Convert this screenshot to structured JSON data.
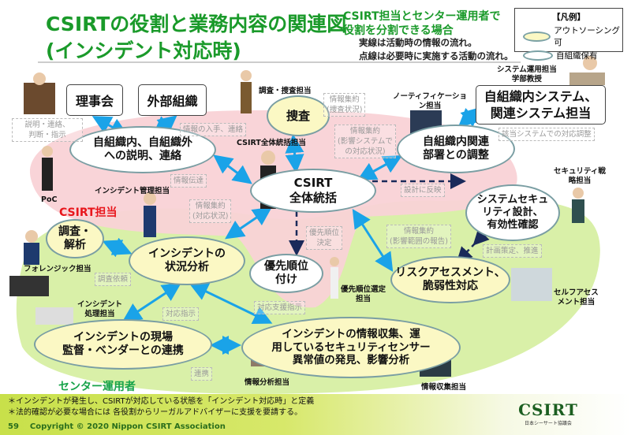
{
  "title": {
    "line1": "CSIRTの役割と業務内容の関連図",
    "line2": "(インシデント対応時)"
  },
  "subtitle": {
    "line1": "CSIRT担当とセンター運用者で",
    "line2": "役割を分割できる場合"
  },
  "notes": {
    "solid": "実線は活動時の情報の流れ。",
    "dotted": "点線は必要時に実施する活動の流れ。"
  },
  "legend": {
    "title": "【凡例】",
    "outsourcable": "アウトソーシング可",
    "in_house": "自組織保有",
    "colors": {
      "outsourcable": "#fbf8c4",
      "in_house": "#ffffff"
    }
  },
  "boxes": {
    "board": "理事会",
    "external": "外部組織",
    "system": {
      "line1": "自組織内システム、",
      "line2": "関連システム担当"
    }
  },
  "ellipses": {
    "investigation": "捜査",
    "explain": {
      "line1": "自組織内、自組織外",
      "line2": "への説明、連絡"
    },
    "coordination": {
      "line1": "自組織内関連",
      "line2": "部署との調整"
    },
    "csirt": {
      "line1": "CSIRT",
      "line2": "全体統括"
    },
    "sec_design": {
      "line1": "システムセキュ",
      "line2": "リティ設計、",
      "line3": "有効性確認"
    },
    "analysis": {
      "line1": "調査・",
      "line2": "解析"
    },
    "status": {
      "line1": "インシデントの",
      "line2": "状況分析"
    },
    "priority": {
      "line1": "優先順位",
      "line2": "付け"
    },
    "risk": {
      "line1": "リスクアセスメント、",
      "line2": "脆弱性対応"
    },
    "field": {
      "line1": "インシデントの現場",
      "line2": "監督・ベンダーとの連携"
    },
    "collect": {
      "line1": "インシデントの情報収集、運",
      "line2": "用しているセキュリティセンサー",
      "line3": "異常値の発見、影響分析"
    }
  },
  "flows": {
    "explain_judge": {
      "line1": "説明・連絡、",
      "line2": "判断・指示"
    },
    "info_get": "情報の入手、連絡",
    "agg_invest": {
      "line1": "情報集約",
      "line2": "(捜査状況)"
    },
    "agg_system": {
      "line1": "情報集約",
      "line2": "(影響システムで",
      "line3": "の対応状況)"
    },
    "sys_coord": "該当システムでの対応調整",
    "info_transfer": "情報伝達",
    "agg_status": {
      "line1": "情報集約",
      "line2": "(対応状況)"
    },
    "design_reflect": "設計に反映",
    "priority_decide": {
      "line1": "優先順位",
      "line2": "決定"
    },
    "agg_scope": {
      "line1": "情報集約",
      "line2": "(影響範囲の報告)"
    },
    "plan": "計画策定、推進",
    "investigation_req": "調査依頼",
    "response_instr": "対応指示",
    "support_instr": "対応支援指示",
    "cooperate": "連携"
  },
  "roles": {
    "sys_ops": {
      "line1": "システム運用担当",
      "line2": "学部教授"
    },
    "investigator": "調査・捜査担当",
    "notification": {
      "line1": "ノーティフィケーショ",
      "line2": "ン担当"
    },
    "csirt_lead": "CSIRT全体統括担当",
    "poc": "PoC",
    "incident_mgr": "インシデント管理担当",
    "sec_strategy": {
      "line1": "セキュリティ戦",
      "line2": "略担当"
    },
    "forensic": "フォレンジック担当",
    "priority_sel": {
      "line1": "優先順位選定",
      "line2": "担当"
    },
    "self_assess": {
      "line1": "セルフアセス",
      "line2": "メント担当"
    },
    "handler": {
      "line1": "インシデント",
      "line2": "処理担当"
    },
    "analyst": "情報分析担当",
    "collector": "情報収集担当"
  },
  "groups": {
    "csirt": "CSIRT担当",
    "center": "センター運用者"
  },
  "footer": {
    "note1": "＊インシデントが発生し、CSIRTが対応している状態を「インシデント対応時」と定義",
    "note2": "＊法的確認が必要な場合には 各役割からリーガルアドバイザーに支援を要請する。",
    "page": "59",
    "copyright": "Copyright © 2020 Nippon CSIRT Association",
    "logo": "CSIRT",
    "logo_sub": "日本シーサート協議会"
  },
  "colors": {
    "title": "#1a9a2a",
    "arrow": "#1aa3e8",
    "dashed_arrow": "#1a2a5a",
    "csirt_area": "#f9d2d6",
    "center_area": "#d9f0a8",
    "csirt_label": "#e8161c"
  }
}
